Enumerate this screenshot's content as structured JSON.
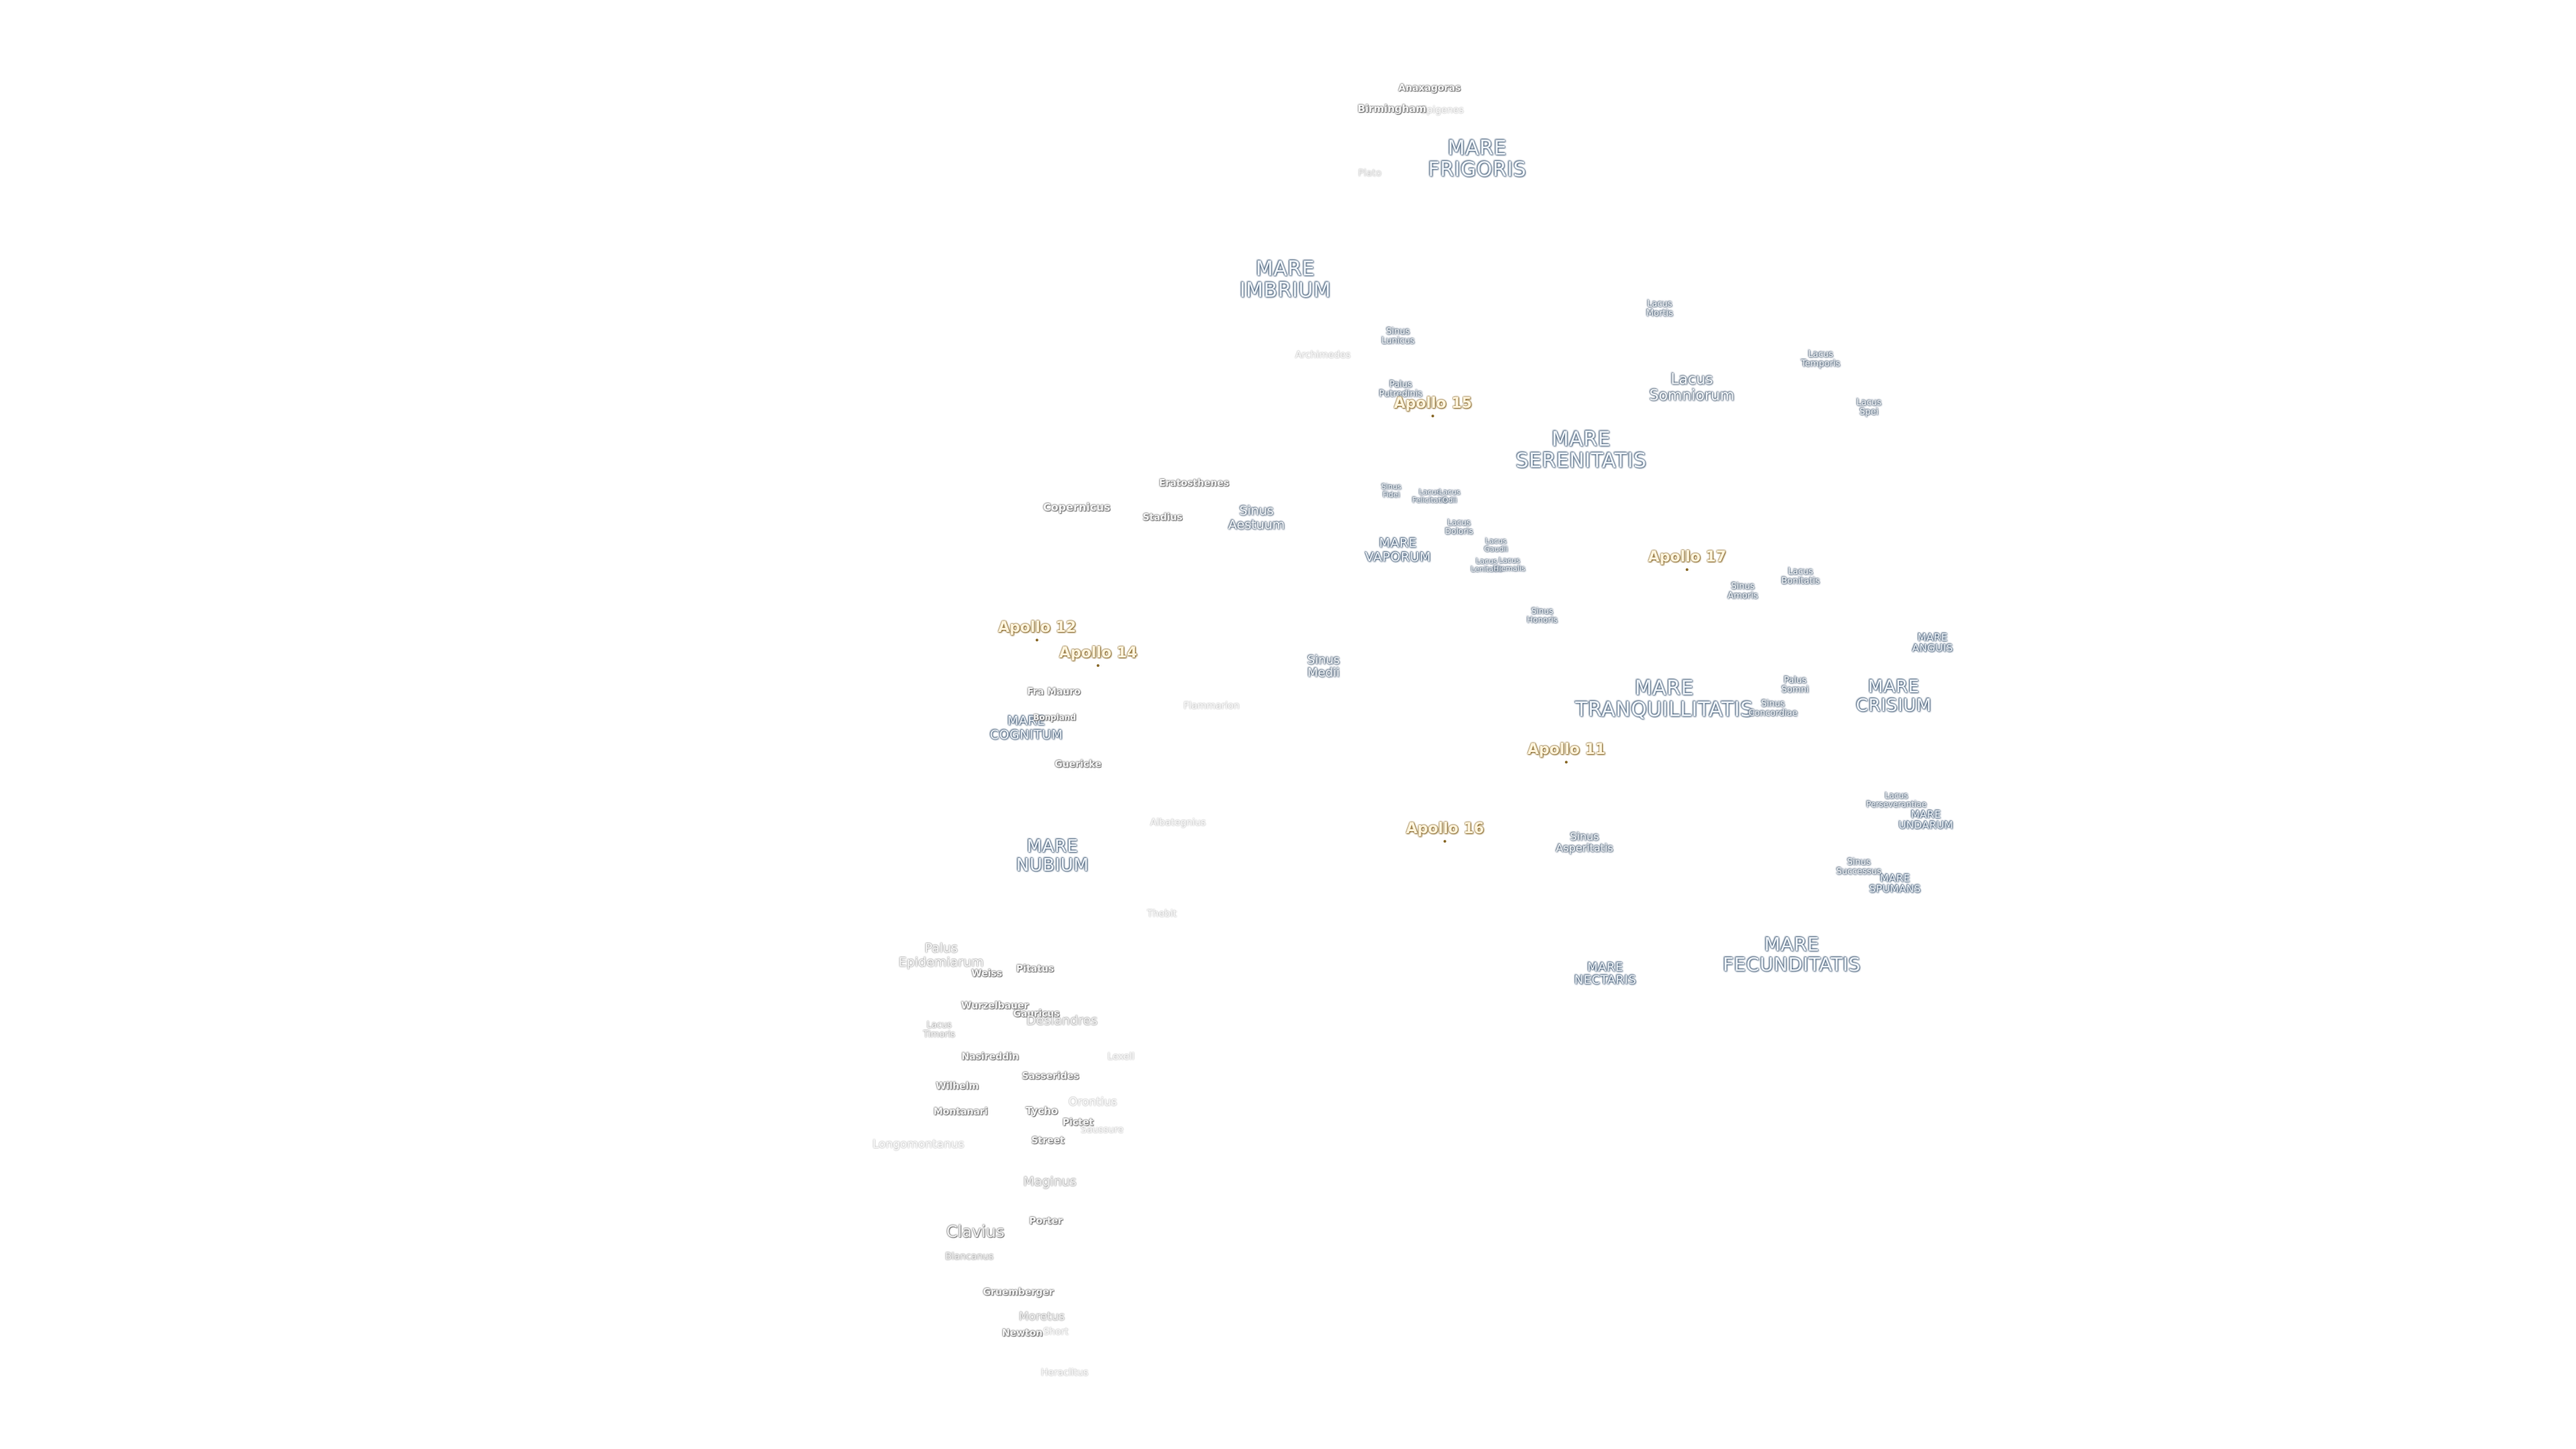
{
  "map": {
    "maria": [
      "MARE\nFRIGORIS",
      "MARE\nIMBRIUM",
      "MARE\nSERENITATIS",
      "MARE\nVAPORUM",
      "MARE\nTRANQUILLITATIS",
      "MARE\nCRISIUM",
      "MARE\nCOGNITUM",
      "MARE\nNUBIUM",
      "MARE\nFECUNDITATIS",
      "MARE\nNECTARIS",
      "MARE\nANGUIS",
      "MARE\nUNDARUM",
      "MARE\nSPUMANS"
    ],
    "features": [
      "Lacus\nSomniorum",
      "Lacus\nMortis",
      "Lacus\nTemporis",
      "Lacus\nSpei",
      "Sinus\nLunicus",
      "Palus\nPutredinis",
      "Sinus\nAestuum",
      "Sinus\nFidei",
      "Lacus\nFelicitatis",
      "Lacus\nOdii",
      "Lacus\nDoloris",
      "Lacus\nGaudii",
      "Lacus\nLenitatis",
      "Lacus\nHiemalis",
      "Sinus\nHonoris",
      "Sinus\nAmoris",
      "Lacus\nBonitatis",
      "Sinus\nMedii",
      "Palus\nSomni",
      "Sinus\nConcordiae",
      "Lacus\nPerseverantiae",
      "Sinus\nSuccessus",
      "Sinus\nAsperitatis",
      "Palus\nEpidemiarum",
      "Lacus\nTimoris"
    ],
    "apollo_sites": [
      "Apollo 15",
      "Apollo 17",
      "Apollo 12",
      "Apollo 14",
      "Apollo 11",
      "Apollo 16"
    ],
    "craters": [
      "Anaxagoras",
      "Epigenes",
      "Birmingham",
      "Plato",
      "Archimedes",
      "Eratosthenes",
      "Copernicus",
      "Stadius",
      "Fra Mauro",
      "Bonpland",
      "Guericke",
      "Flammarion",
      "Albategnius",
      "Thebit",
      "Pitatus",
      "Wurzelbauer",
      "Gauricus",
      "Deslandres",
      "Nasireddin",
      "Sasserides",
      "Orontius",
      "Tycho",
      "Pictet",
      "Saussure",
      "Street",
      "Maginus",
      "Longomontanus",
      "Clavius",
      "Porter",
      "Blancanus",
      "Gruemberger",
      "Moretus",
      "Newton",
      "Short",
      "Heraclitus",
      "Lexell",
      "Wilhelm",
      "Montanari",
      "Weiss"
    ]
  }
}
